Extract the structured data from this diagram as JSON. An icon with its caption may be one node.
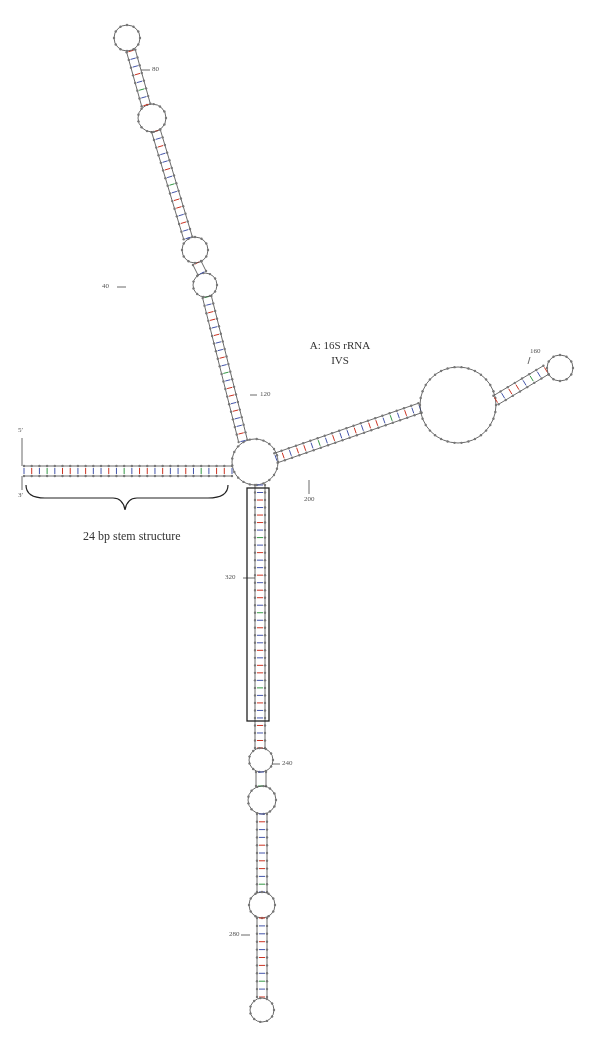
{
  "diagram": {
    "title": "A: 16S rRNA IVS",
    "labels": [
      "80",
      "40",
      "160",
      "120",
      "5′",
      "3′",
      "200",
      "24 bp stem structure",
      "320",
      "240",
      "280"
    ]
  }
}
